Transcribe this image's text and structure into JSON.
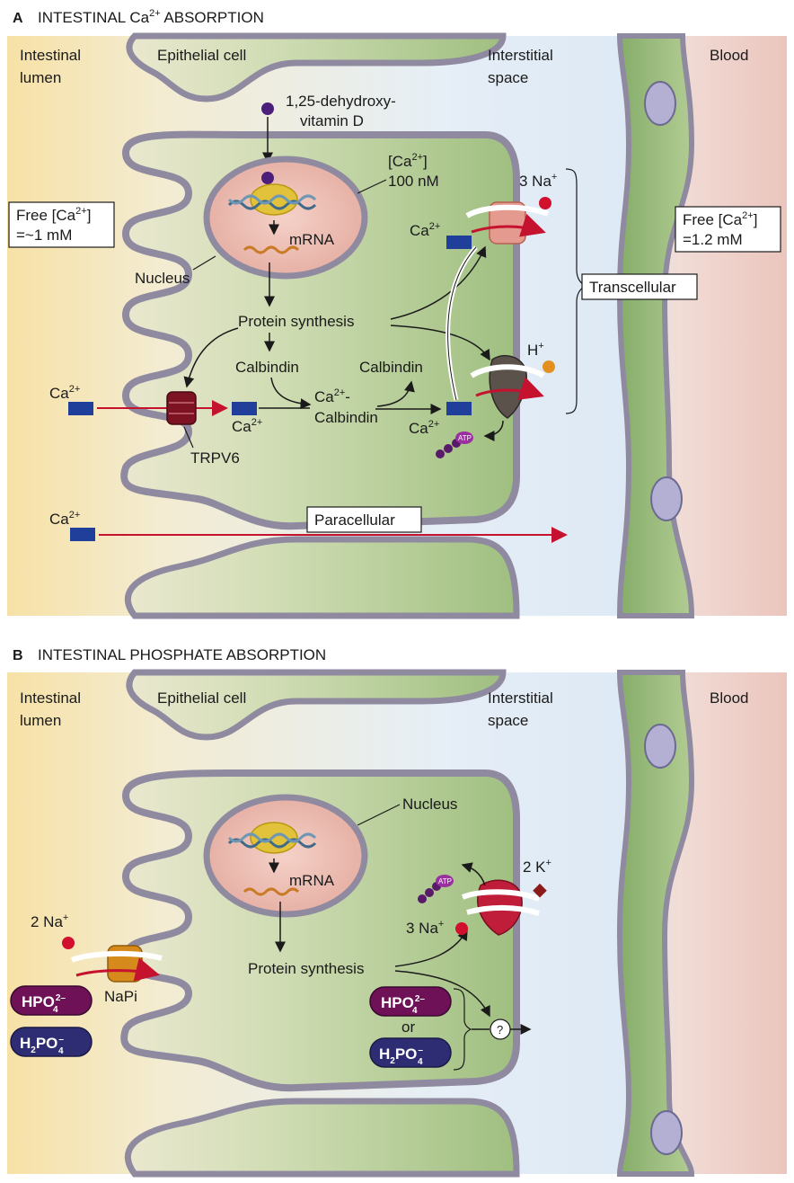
{
  "panelA": {
    "letter": "A",
    "title": "INTESTINAL Ca",
    "title_sup": "2+",
    "title_end": " ABSORPTION",
    "regions": {
      "lumen_1": "Intestinal",
      "lumen_2": "lumen",
      "epithelial": "Epithelial cell",
      "interstitial_1": "Interstitial",
      "interstitial_2": "space",
      "blood": "Blood"
    },
    "vitd_1": "1,25-dehydroxy-",
    "vitd_2": "vitamin D",
    "intracell_ca_1": "[Ca",
    "intracell_ca_sup": "2+",
    "intracell_ca_2": "]",
    "intracell_ca_3": "100 nM",
    "free_lumen_1": "Free [Ca",
    "free_lumen_sup": "2+",
    "free_lumen_2": "]",
    "free_lumen_3": "=~1 mM",
    "free_blood_1": "Free [Ca",
    "free_blood_sup": "2+",
    "free_blood_2": "]",
    "free_blood_3": "=1.2 mM",
    "mrna": "mRNA",
    "nucleus": "Nucleus",
    "protein_synthesis": "Protein synthesis",
    "calbindin_1": "Calbindin",
    "calbindin_2": "Calbindin",
    "ca_calbindin_1": "Ca",
    "ca_calbindin_sup": "2+",
    "ca_calbindin_dash": "-",
    "ca_calbindin_2": "Calbindin",
    "ca": "Ca",
    "sup2": "2+",
    "trpv6": "TRPV6",
    "na3": "3 Na",
    "plus": "+",
    "h": "H",
    "atp": "ATP",
    "transcellular": "Transcellular",
    "paracellular": "Paracellular"
  },
  "panelB": {
    "letter": "B",
    "title": "INTESTINAL PHOSPHATE ABSORPTION",
    "regions": {
      "lumen_1": "Intestinal",
      "lumen_2": "lumen",
      "epithelial": "Epithelial cell",
      "interstitial_1": "Interstitial",
      "interstitial_2": "space",
      "blood": "Blood"
    },
    "nucleus": "Nucleus",
    "mrna": "mRNA",
    "protein_synthesis": "Protein synthesis",
    "na2": "2 Na",
    "na3": "3 Na",
    "k2": "2 K",
    "plus": "+",
    "napi": "NaPi",
    "atp": "ATP",
    "hpo4": "HPO",
    "hpo4_sub": "4",
    "hpo4_sup": "2–",
    "h2po4_a": "H",
    "h2po4_sub1": "2",
    "h2po4_b": "PO",
    "h2po4_sub2": "4",
    "h2po4_sup": "–",
    "or": "or",
    "question": "?"
  }
}
